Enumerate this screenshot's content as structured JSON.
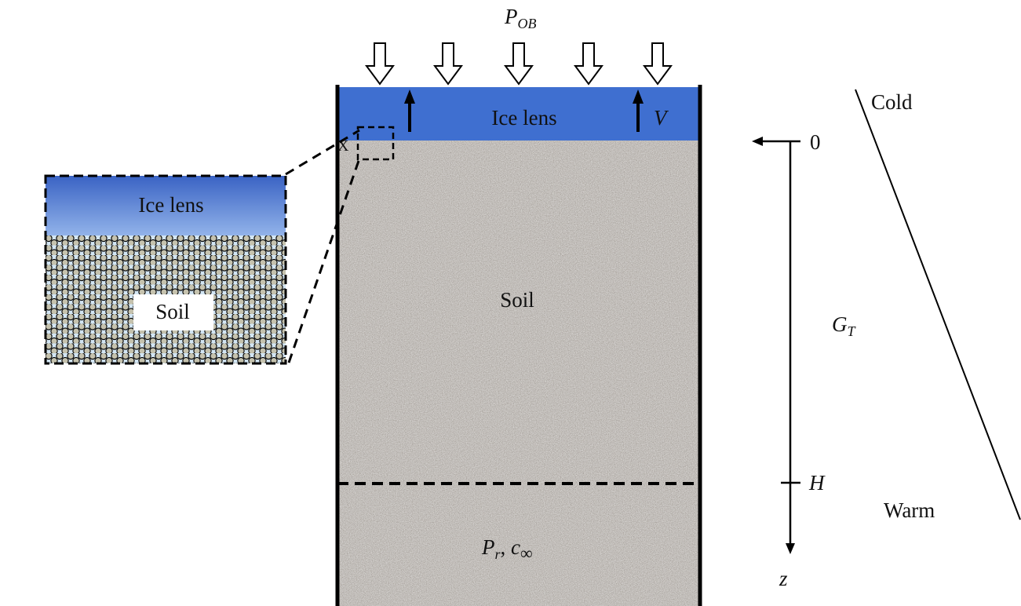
{
  "labels": {
    "overburden": {
      "main": "P",
      "sub": "OB"
    },
    "ice_lens_top": "Ice lens",
    "velocity": "V",
    "soil_main": "Soil",
    "bottom": {
      "p": "P",
      "p_sub": "r",
      "sep": ", ",
      "c": "c",
      "c_sub": "∞"
    },
    "zoom_marker": "X",
    "inset_ice_lens": "Ice lens",
    "inset_soil": "Soil",
    "axis_zero": "0",
    "axis_h": "H",
    "axis_z": "z",
    "gradient": {
      "main": "G",
      "sub": "T"
    },
    "cold": "Cold",
    "warm": "Warm"
  },
  "colors": {
    "ice_top": "#3f6fd0",
    "ice_inset_top": "#3a63c4",
    "ice_inset_bottom": "#93b4ea",
    "soil": "#a8a29e",
    "grain_fill": "#c5c2ae",
    "pore_water": "#d3e6f4",
    "stroke": "#000000"
  },
  "icons": {
    "load_arrows": [
      "down-arrow-icon",
      "down-arrow-icon",
      "down-arrow-icon",
      "down-arrow-icon",
      "down-arrow-icon"
    ],
    "velocity_arrows": [
      "up-arrow-icon",
      "up-arrow-icon"
    ]
  }
}
